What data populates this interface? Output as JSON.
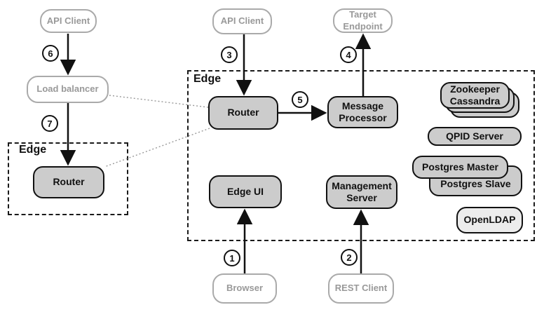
{
  "groups": {
    "edge_left": {
      "label": "Edge"
    },
    "edge_main": {
      "label": "Edge"
    }
  },
  "nodes": {
    "api_client_top_left": "API Client",
    "load_balancer": "Load balancer",
    "router_left": "Router",
    "api_client_top_mid": "API Client",
    "target_endpoint_line1": "Target",
    "target_endpoint_line2": "Endpoint",
    "router_main": "Router",
    "message_processor_line1": "Message",
    "message_processor_line2": "Processor",
    "edge_ui": "Edge UI",
    "management_server_line1": "Management",
    "management_server_line2": "Server",
    "zookeeper_line1": "Zookeeper",
    "zookeeper_line2": "Cassandra",
    "qpid_server": "QPID Server",
    "postgres_master": "Postgres Master",
    "postgres_slave": "Postgres Slave",
    "openldap": "OpenLDAP",
    "browser": "Browser",
    "rest_client": "REST Client"
  },
  "steps": [
    "1",
    "2",
    "3",
    "4",
    "5",
    "6",
    "7"
  ],
  "colors": {
    "node_fill": "#cccccc",
    "node_border": "#111111",
    "openldap_fill": "#ececec",
    "client_border": "#aaaaaa",
    "client_text": "#999999",
    "arrow": "#111111",
    "dotted_link": "#999999",
    "dashed_border": "#1a1a1a"
  }
}
